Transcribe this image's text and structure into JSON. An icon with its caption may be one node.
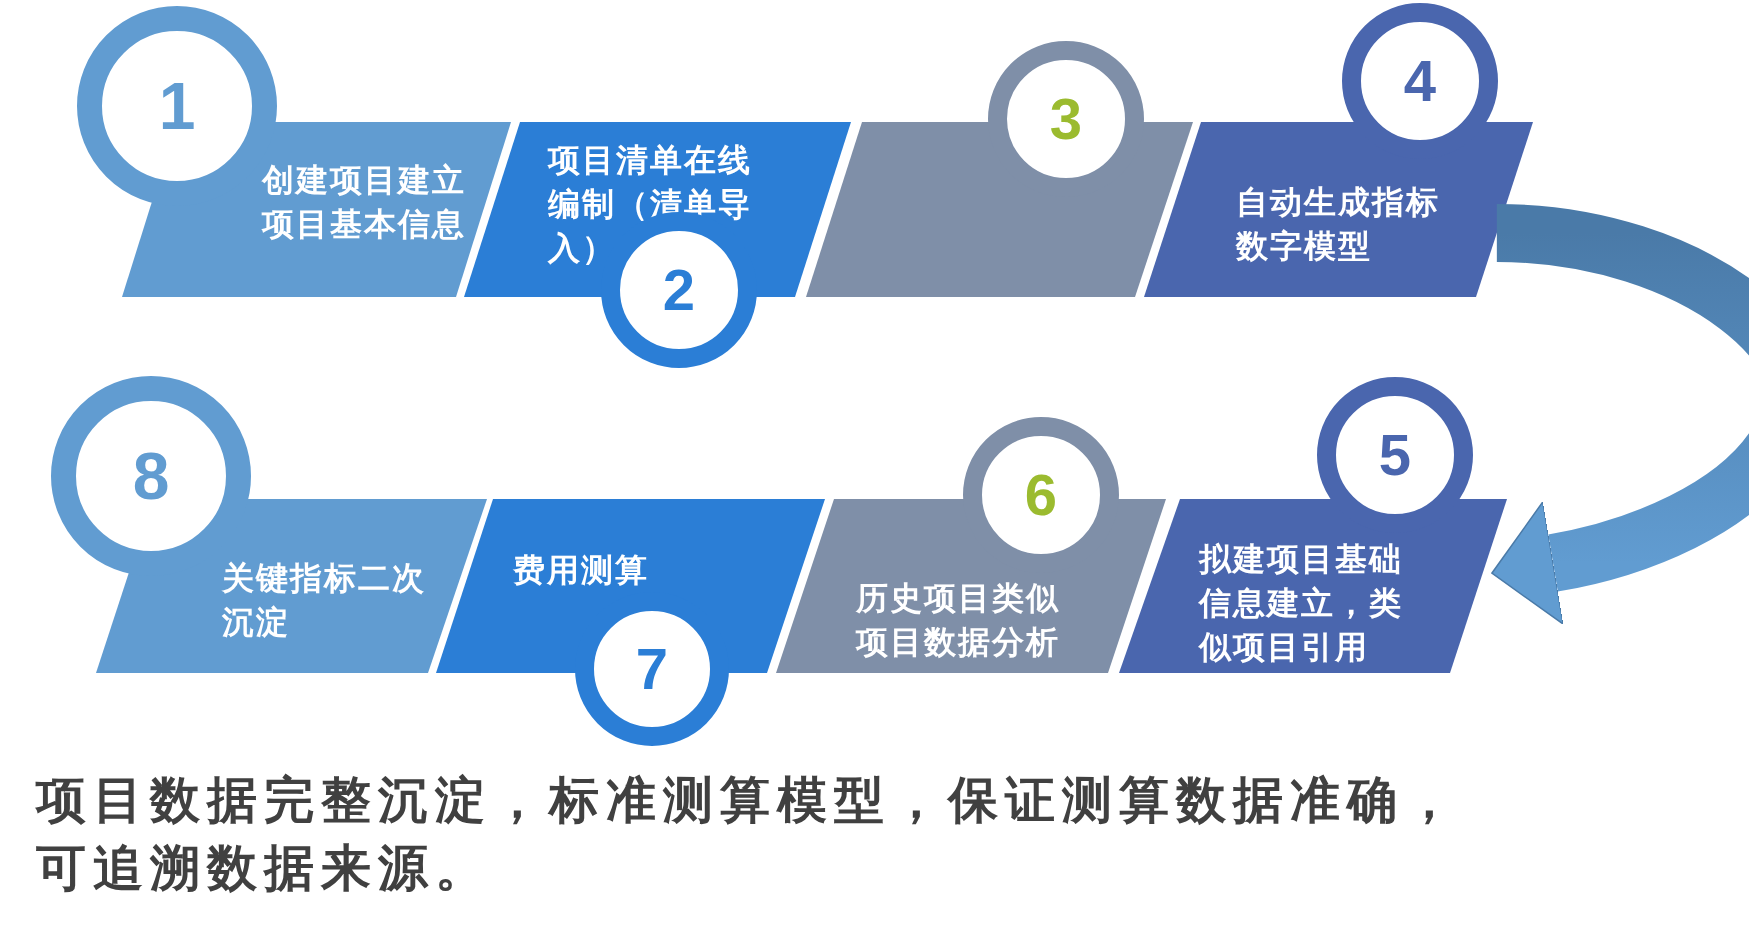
{
  "diagram": {
    "nodes": [
      {
        "text": [
          "创建项目建立项目基本信息"
        ]
      },
      {
        "text": [
          "1"
        ]
      },
      {
        "text": [
          "项目清单在线编制（清单导入）"
        ]
      },
      {
        "text": [
          "2"
        ]
      },
      {
        "text": [],
        "shape": "parallelogram"
      },
      {
        "text": [
          "3"
        ]
      },
      {
        "text": [
          "自动生成指标数字模型"
        ]
      },
      {
        "text": [
          "4"
        ]
      },
      {
        "text": [
          "拟建项目基础信息建立，类似项目引用"
        ]
      },
      {
        "text": [
          "5"
        ]
      },
      {
        "text": [
          "历史项目类似项目数据分析"
        ]
      },
      {
        "text": [
          "6"
        ]
      },
      {
        "text": [
          "费用测算"
        ]
      },
      {
        "text": [
          "7"
        ]
      },
      {
        "text": [
          "关键指标二次沉淀"
        ]
      },
      {
        "text": [
          "8"
        ]
      }
    ],
    "edges": [
      {
        "from": 6,
        "to": 8,
        "arrow": "to"
      }
    ],
    "caption": "项目数据完整沉淀，标准测算模型，保证测算数据准确，可追溯数据来源。"
  }
}
